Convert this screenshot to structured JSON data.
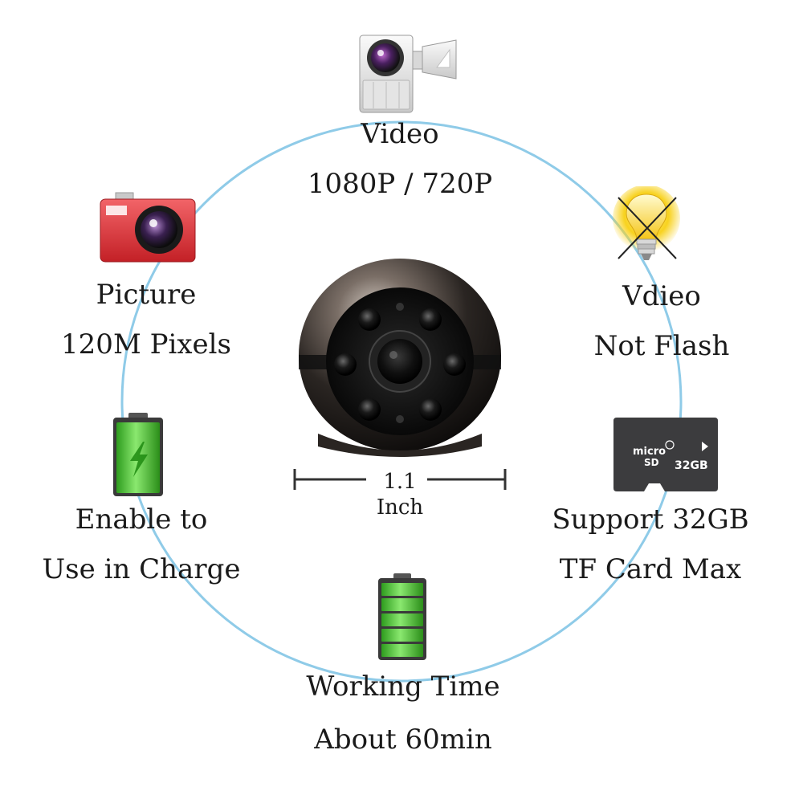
{
  "features": {
    "video": {
      "line1": "Video",
      "line2": "1080P / 720P",
      "icon": "video-camera-icon"
    },
    "picture": {
      "line1": "Picture",
      "line2": "120M Pixels",
      "icon": "photo-camera-icon"
    },
    "flash": {
      "line1": "Vdieo",
      "line2": "Not Flash",
      "icon": "crossed-bulb-icon"
    },
    "charge": {
      "line1": "Enable to",
      "line2": "Use in Charge",
      "icon": "charging-battery-icon"
    },
    "card": {
      "line1": "Support 32GB",
      "line2": "TF Card Max",
      "icon": "microsd-card-icon",
      "card_brand_top": "micro",
      "card_brand_sd": "SD",
      "card_capacity": "32GB"
    },
    "battery": {
      "line1": "Working Time",
      "line2": "About 60min",
      "icon": "full-battery-icon"
    }
  },
  "product": {
    "size_value": "1.1",
    "size_unit": "Inch",
    "icon": "spherical-camera-icon"
  },
  "colors": {
    "ring": "#8fcbe8",
    "text": "#1a1a1a",
    "battery_green": "#3fbf2a",
    "camera_red": "#e0393e",
    "bulb_yellow": "#f8d21f"
  }
}
